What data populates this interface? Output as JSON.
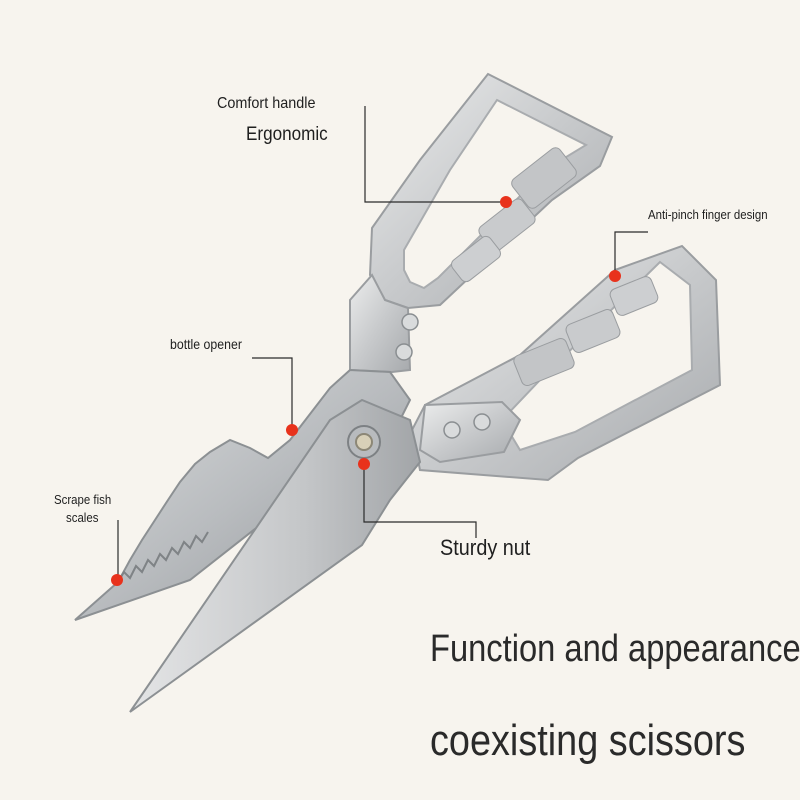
{
  "callouts": {
    "comfort_handle": "Comfort handle",
    "ergonomic": "Ergonomic",
    "anti_pinch": "Anti-pinch finger design",
    "bottle_opener": "bottle opener",
    "scrape_fish_line1": "Scrape fish",
    "scrape_fish_line2": "scales",
    "sturdy_nut": "Sturdy nut"
  },
  "headline": {
    "line1": "Function and appearance",
    "line2": "coexisting scissors"
  },
  "colors": {
    "background": "#f7f4ee",
    "marker": "#e8321c",
    "metal": "#c9cbcd",
    "text": "#1f1f1f"
  }
}
